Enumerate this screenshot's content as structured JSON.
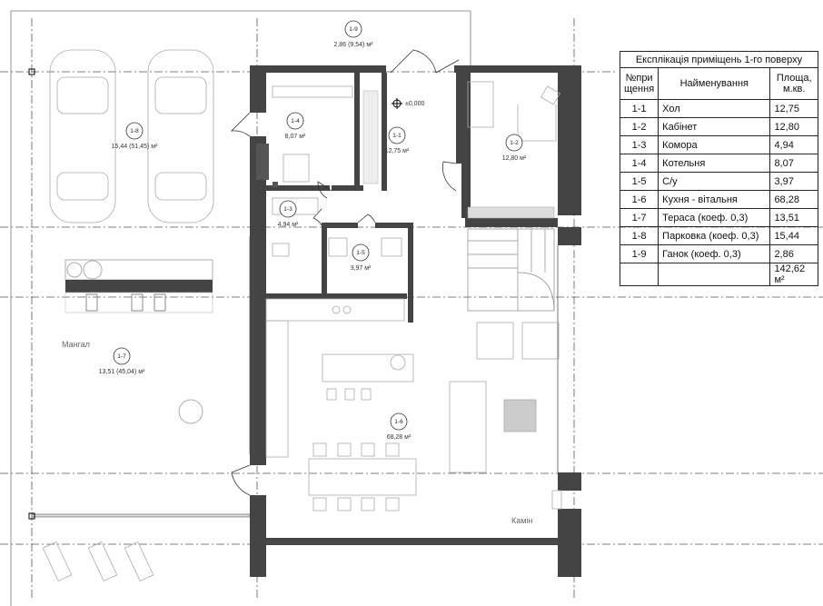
{
  "table": {
    "caption": "Експлікація приміщень 1-го поверху",
    "headers": {
      "num": "№при щення",
      "name": "Найменування",
      "area": "Площа, м.кв."
    },
    "rows": [
      {
        "num": "1-1",
        "name": "Хол",
        "area": "12,75"
      },
      {
        "num": "1-2",
        "name": "Кабінет",
        "area": "12,80"
      },
      {
        "num": "1-3",
        "name": "Комора",
        "area": "4,94"
      },
      {
        "num": "1-4",
        "name": "Котельня",
        "area": "8,07"
      },
      {
        "num": "1-5",
        "name": "С/у",
        "area": "3,97"
      },
      {
        "num": "1-6",
        "name": "Кухня - вітальня",
        "area": "68,28"
      },
      {
        "num": "1-7",
        "name": "Тераса (коеф. 0,3)",
        "area": "13,51"
      },
      {
        "num": "1-8",
        "name": "Парковка (коеф. 0,3)",
        "area": "15,44"
      },
      {
        "num": "1-9",
        "name": "Ганок (коеф. 0,3)",
        "area": "2,86"
      }
    ],
    "total": "142,62 м²"
  },
  "plan": {
    "rooms": [
      {
        "tag": "1-9",
        "area": "2,86 (9,54) м²"
      },
      {
        "tag": "1-8",
        "area": "15,44 (51,45) м²"
      },
      {
        "tag": "1-4",
        "area": "8,07 м²"
      },
      {
        "tag": "1-1",
        "area": "12,75 м²"
      },
      {
        "tag": "1-2",
        "area": "12,80 м²"
      },
      {
        "tag": "1-3",
        "area": "4,94 м²"
      },
      {
        "tag": "1-5",
        "area": "3,97 м²"
      },
      {
        "tag": "1-7",
        "area": "13,51 (45,04) м²"
      },
      {
        "tag": "1-6",
        "area": "68,28 м²"
      }
    ],
    "level_mark": "±0,000",
    "labels": {
      "bbq": "Мангал",
      "fireplace": "Камін"
    }
  }
}
